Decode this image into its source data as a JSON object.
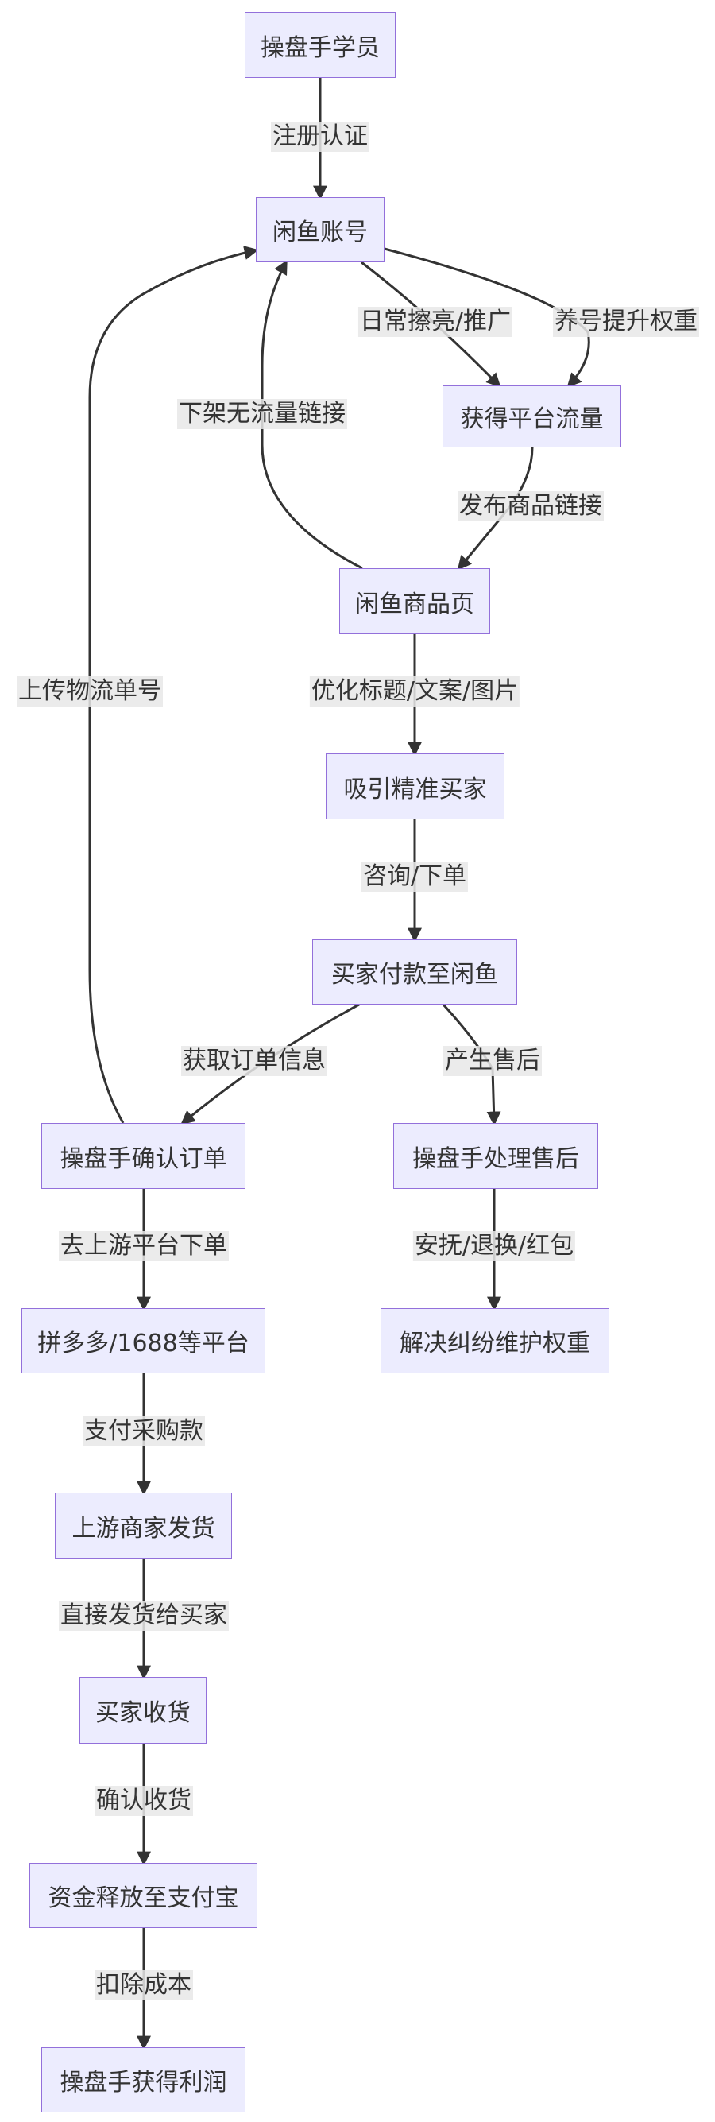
{
  "nodes": {
    "student": "操盘手学员",
    "account": "闲鱼账号",
    "traffic": "获得平台流量",
    "product_page": "闲鱼商品页",
    "buyers": "吸引精准买家",
    "payment": "买家付款至闲鱼",
    "confirm_order": "操盘手确认订单",
    "after_sales": "操盘手处理售后",
    "platform": "拼多多/1688等平台",
    "resolve": "解决纠纷维护权重",
    "supplier_ship": "上游商家发货",
    "buyer_receive": "买家收货",
    "fund_release": "资金释放至支付宝",
    "profit": "操盘手获得利润"
  },
  "edges": {
    "register": "注册认证",
    "daily_promo": "日常擦亮/推广",
    "boost_weight": "养号提升权重",
    "publish": "发布商品链接",
    "delist": "下架无流量链接",
    "optimize": "优化标题/文案/图片",
    "inquiry": "咨询/下单",
    "get_order": "获取订单信息",
    "after_sales_arise": "产生售后",
    "upload_tracking": "上传物流单号",
    "order_upstream": "去上游平台下单",
    "appease": "安抚/退换/红包",
    "pay_purchase": "支付采购款",
    "direct_ship": "直接发货给买家",
    "confirm_receipt": "确认收货",
    "deduct_cost": "扣除成本"
  },
  "colors": {
    "node_fill": "#ececfe",
    "node_border": "#9370db",
    "edge": "#333333",
    "label_bg": "#e8e8e8"
  }
}
